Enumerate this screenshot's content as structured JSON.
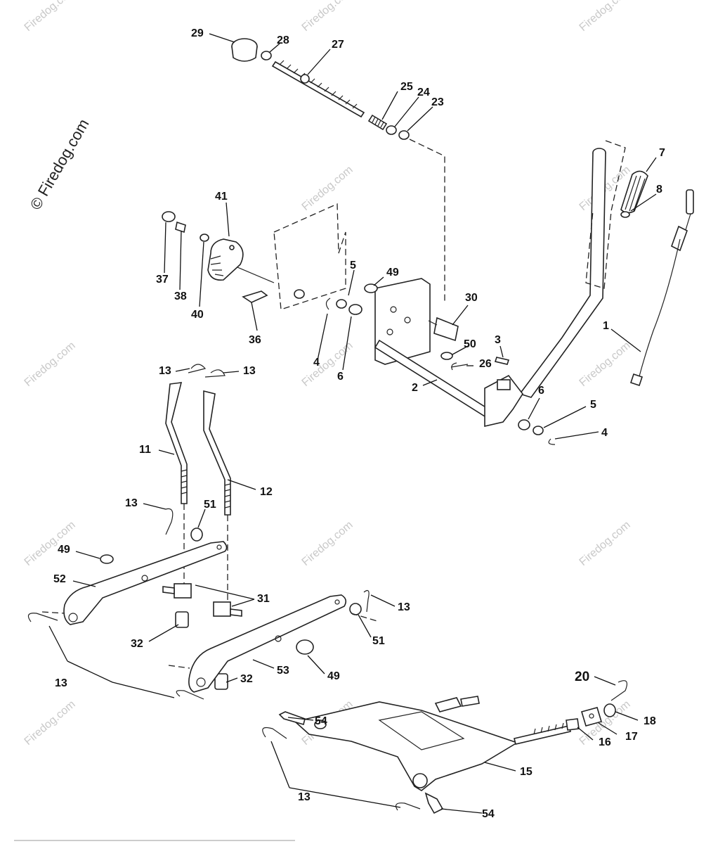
{
  "watermark": {
    "text": "Firedog.com",
    "main_text": "© Firedog.com"
  },
  "callouts": [
    {
      "label": "29"
    },
    {
      "label": "28"
    },
    {
      "label": "27"
    },
    {
      "label": "25"
    },
    {
      "label": "24"
    },
    {
      "label": "23"
    },
    {
      "label": "7"
    },
    {
      "label": "8"
    },
    {
      "label": "41"
    },
    {
      "label": "37"
    },
    {
      "label": "38"
    },
    {
      "label": "40"
    },
    {
      "label": "5"
    },
    {
      "label": "49"
    },
    {
      "label": "30"
    },
    {
      "label": "36"
    },
    {
      "label": "4"
    },
    {
      "label": "6"
    },
    {
      "label": "50"
    },
    {
      "label": "3"
    },
    {
      "label": "26"
    },
    {
      "label": "1"
    },
    {
      "label": "2"
    },
    {
      "label": "6"
    },
    {
      "label": "5"
    },
    {
      "label": "4"
    },
    {
      "label": "13"
    },
    {
      "label": "13"
    },
    {
      "label": "11"
    },
    {
      "label": "12"
    },
    {
      "label": "13"
    },
    {
      "label": "51"
    },
    {
      "label": "49"
    },
    {
      "label": "52"
    },
    {
      "label": "31"
    },
    {
      "label": "13"
    },
    {
      "label": "32"
    },
    {
      "label": "51"
    },
    {
      "label": "53"
    },
    {
      "label": "49"
    },
    {
      "label": "32"
    },
    {
      "label": "13"
    },
    {
      "label": "20"
    },
    {
      "label": "18"
    },
    {
      "label": "54"
    },
    {
      "label": "16"
    },
    {
      "label": "17"
    },
    {
      "label": "15"
    },
    {
      "label": "13"
    },
    {
      "label": "54"
    }
  ]
}
